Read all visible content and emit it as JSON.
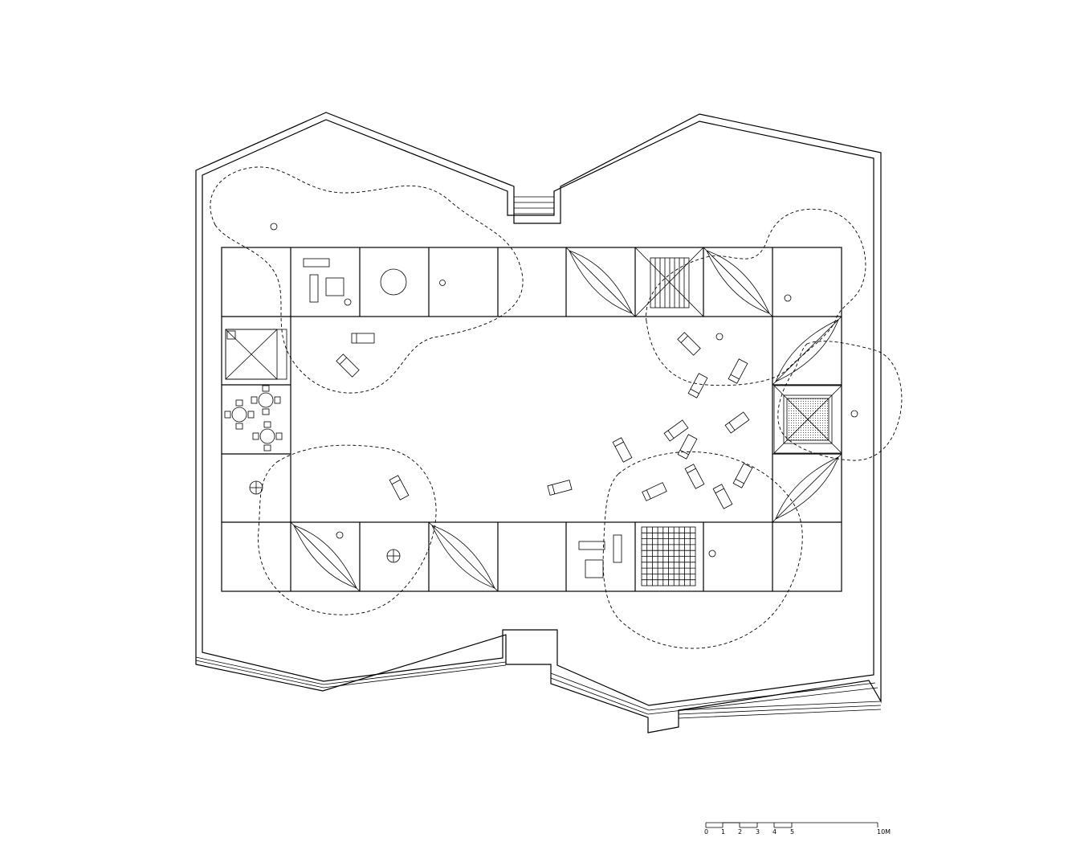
{
  "scale_bar": {
    "ticks": [
      "0",
      "1",
      "2",
      "3",
      "4",
      "5"
    ],
    "end_label": "10M"
  }
}
